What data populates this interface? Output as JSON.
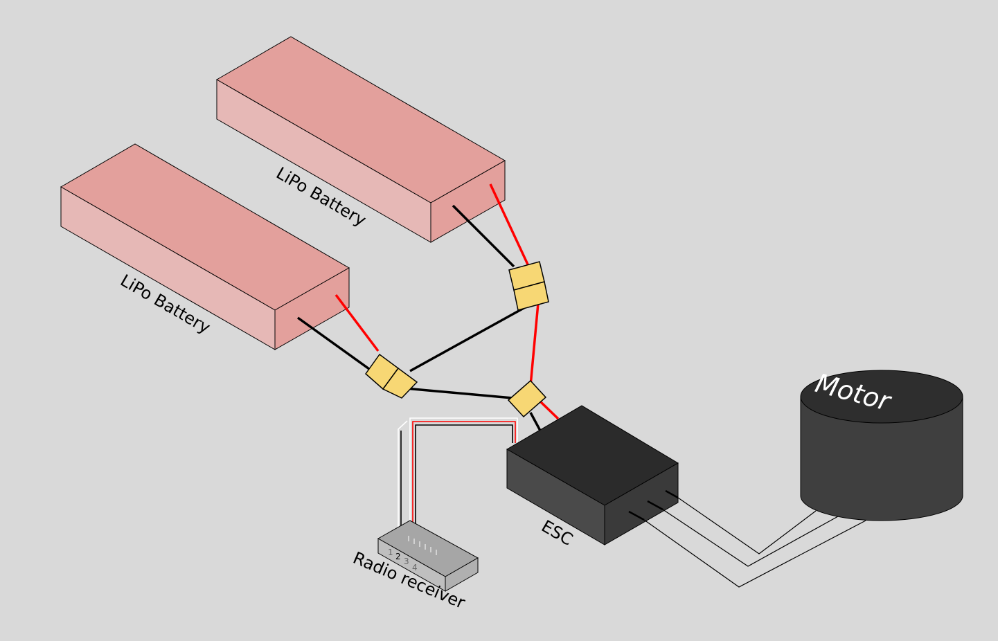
{
  "labels": {
    "battery_1": "LiPo Battery",
    "battery_2": "LiPo Battery",
    "esc": "ESC",
    "motor": "Motor",
    "receiver": "Radio receiver"
  },
  "receiver_channels": [
    "1",
    "2",
    "3",
    "4"
  ],
  "colors": {
    "background": "#d9d9d9",
    "battery_top": "#e3a09c",
    "battery_front": "#e6b8b6",
    "connector": "#f7d774",
    "esc_top": "#2b2b2b",
    "esc_front": "#3a3a3a",
    "motor_body": "#3f3f3f",
    "receiver_top": "#a6a6a6",
    "positive_wire": "#ff0000",
    "negative_wire": "#000000"
  }
}
